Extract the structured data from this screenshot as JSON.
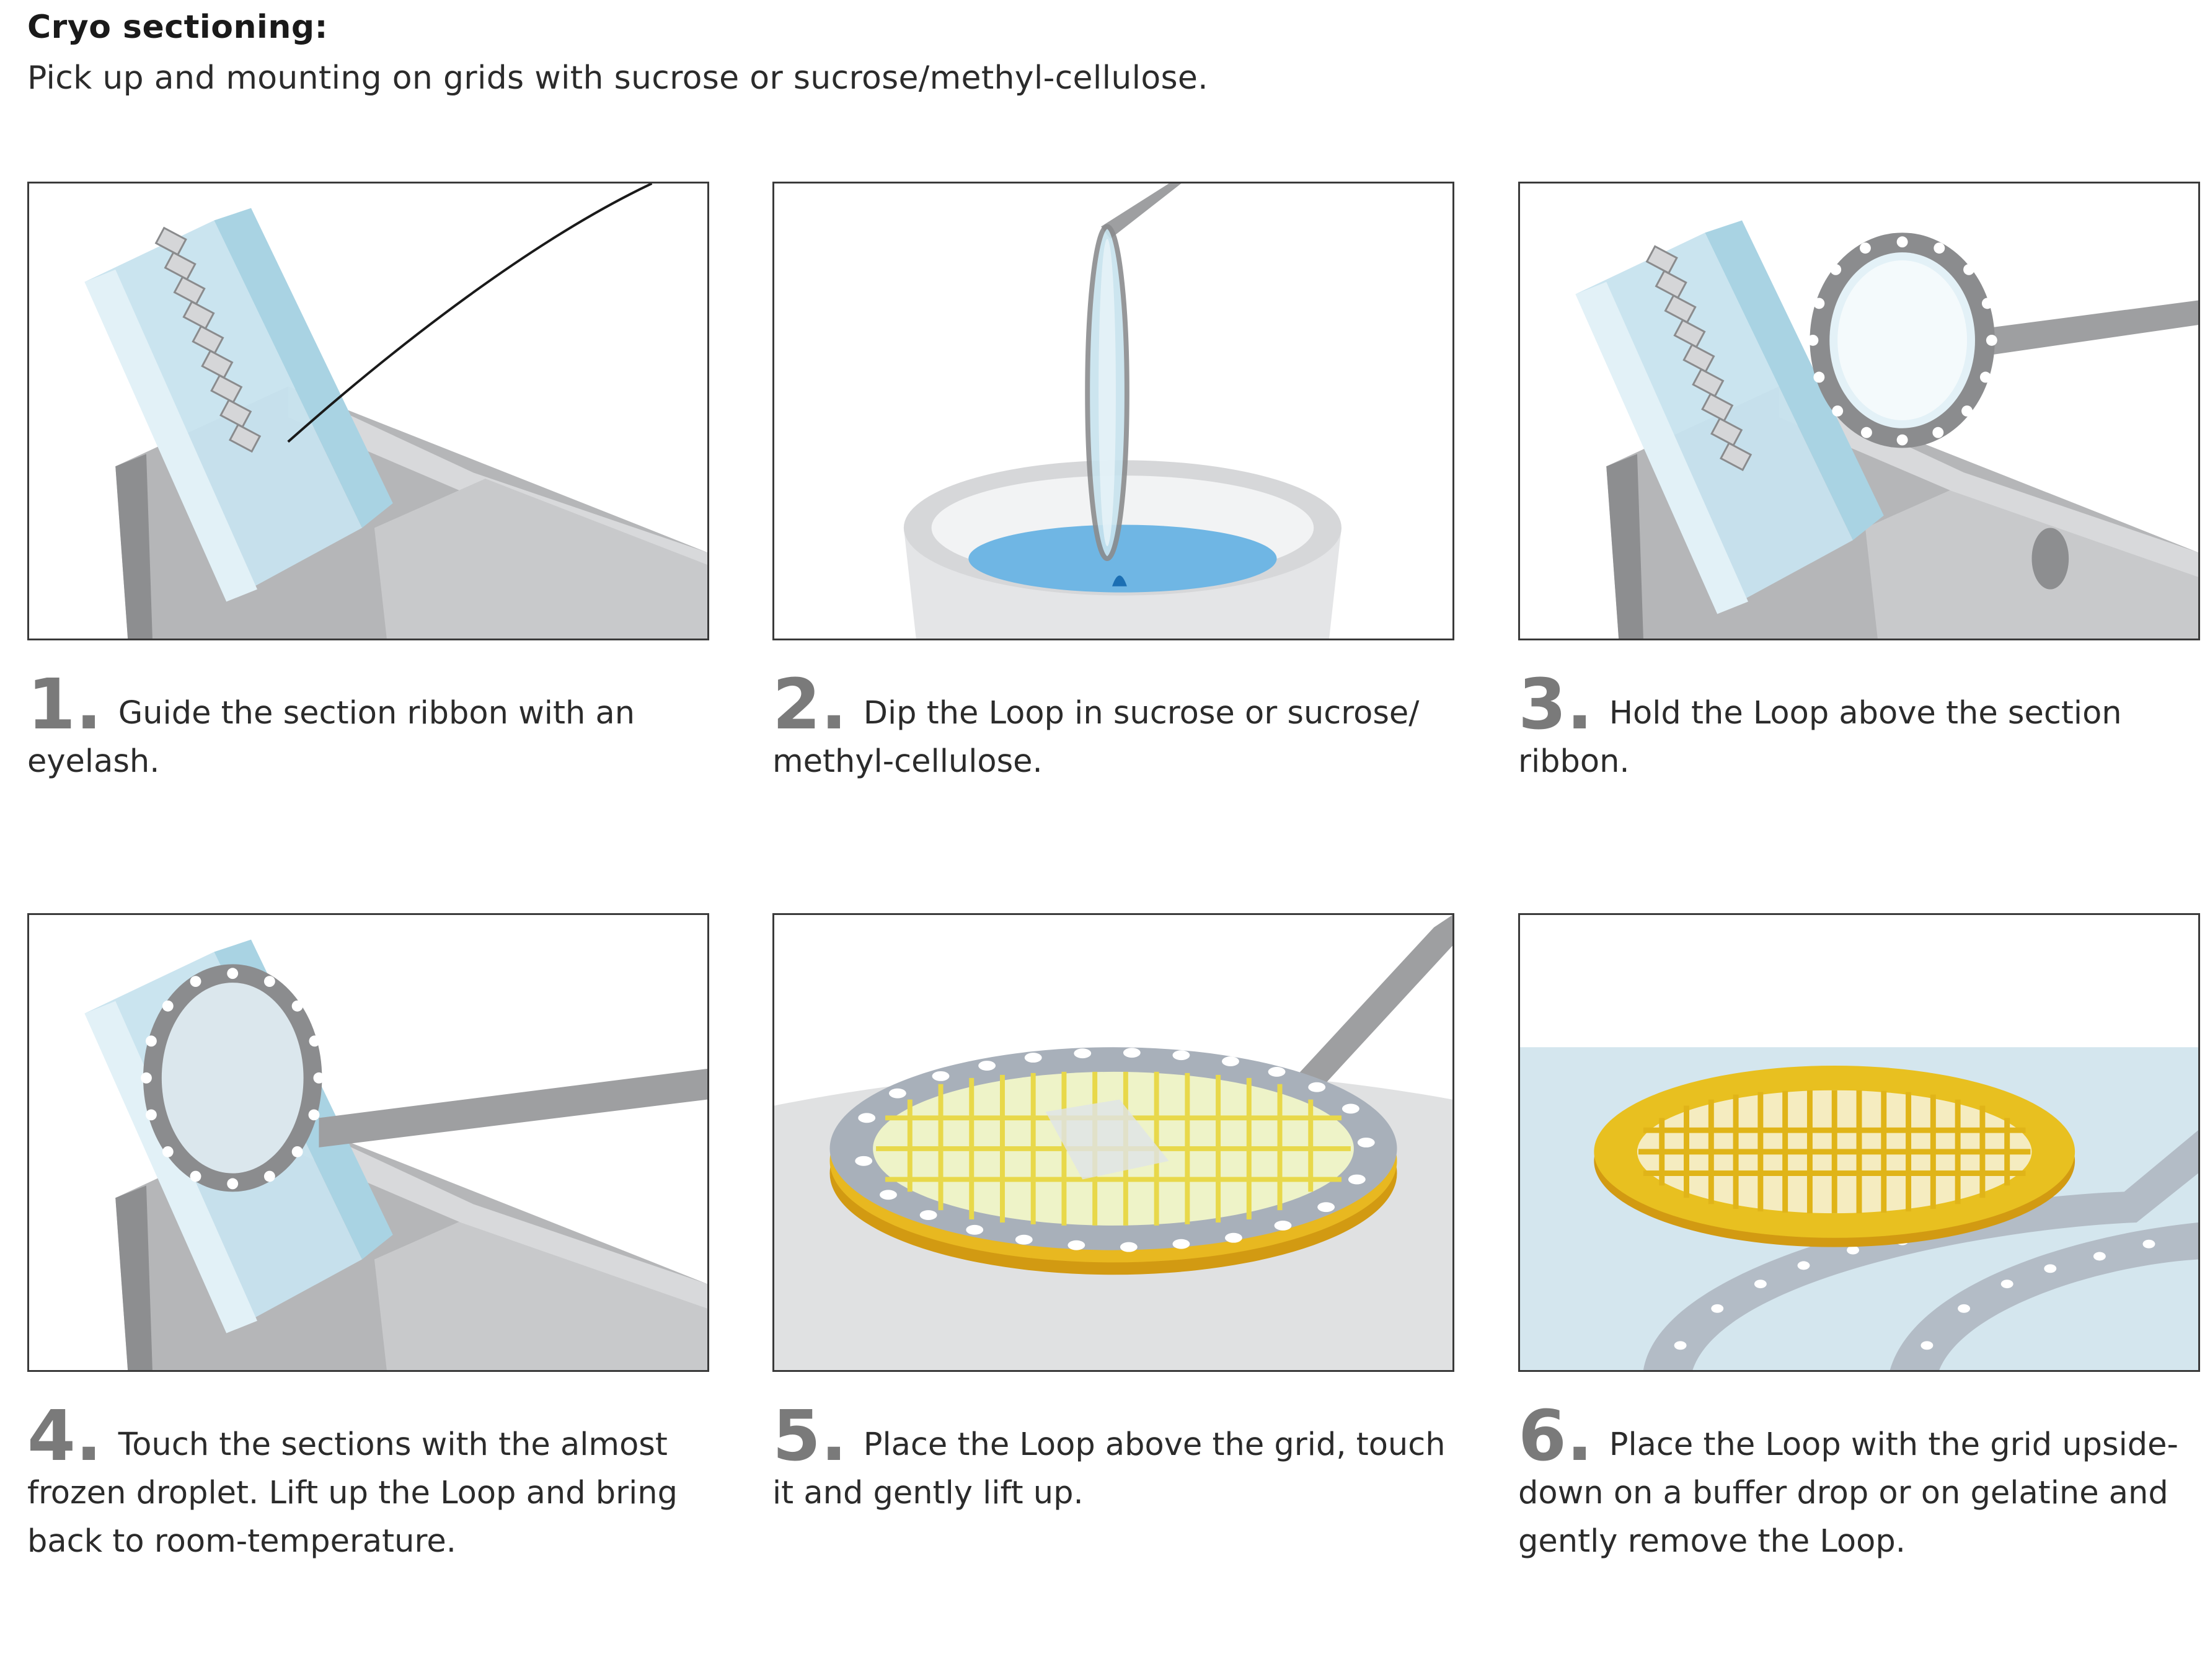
{
  "header": {
    "title": "Cryo sectioning:",
    "subtitle": "Pick up and mounting on grids with sucrose or sucrose/methyl-cellulose."
  },
  "steps": [
    {
      "number": "1.",
      "text": "Guide the section ribbon with an eyelash."
    },
    {
      "number": "2.",
      "text": "Dip the Loop in sucrose or sucrose/ methyl-cellulose."
    },
    {
      "number": "3.",
      "text": "Hold the Loop above the section ribbon."
    },
    {
      "number": "4.",
      "text": "Touch the sections with the almost frozen droplet. Lift up the Loop and bring back to room-temperature."
    },
    {
      "number": "5.",
      "text": "Place the Loop above the grid, touch it and gently lift up."
    },
    {
      "number": "6.",
      "text": "Place the Loop with the grid upside-down on a buffer drop or on gelatine and gently remove the Loop."
    }
  ],
  "colors": {
    "block_blue": "#c7e3ee",
    "metal_gray": "#a8a9ab",
    "liquid_blue": "#6fb6e4",
    "grid_gold": "#e8b820",
    "step_number_gray": "#7a7a7a"
  }
}
